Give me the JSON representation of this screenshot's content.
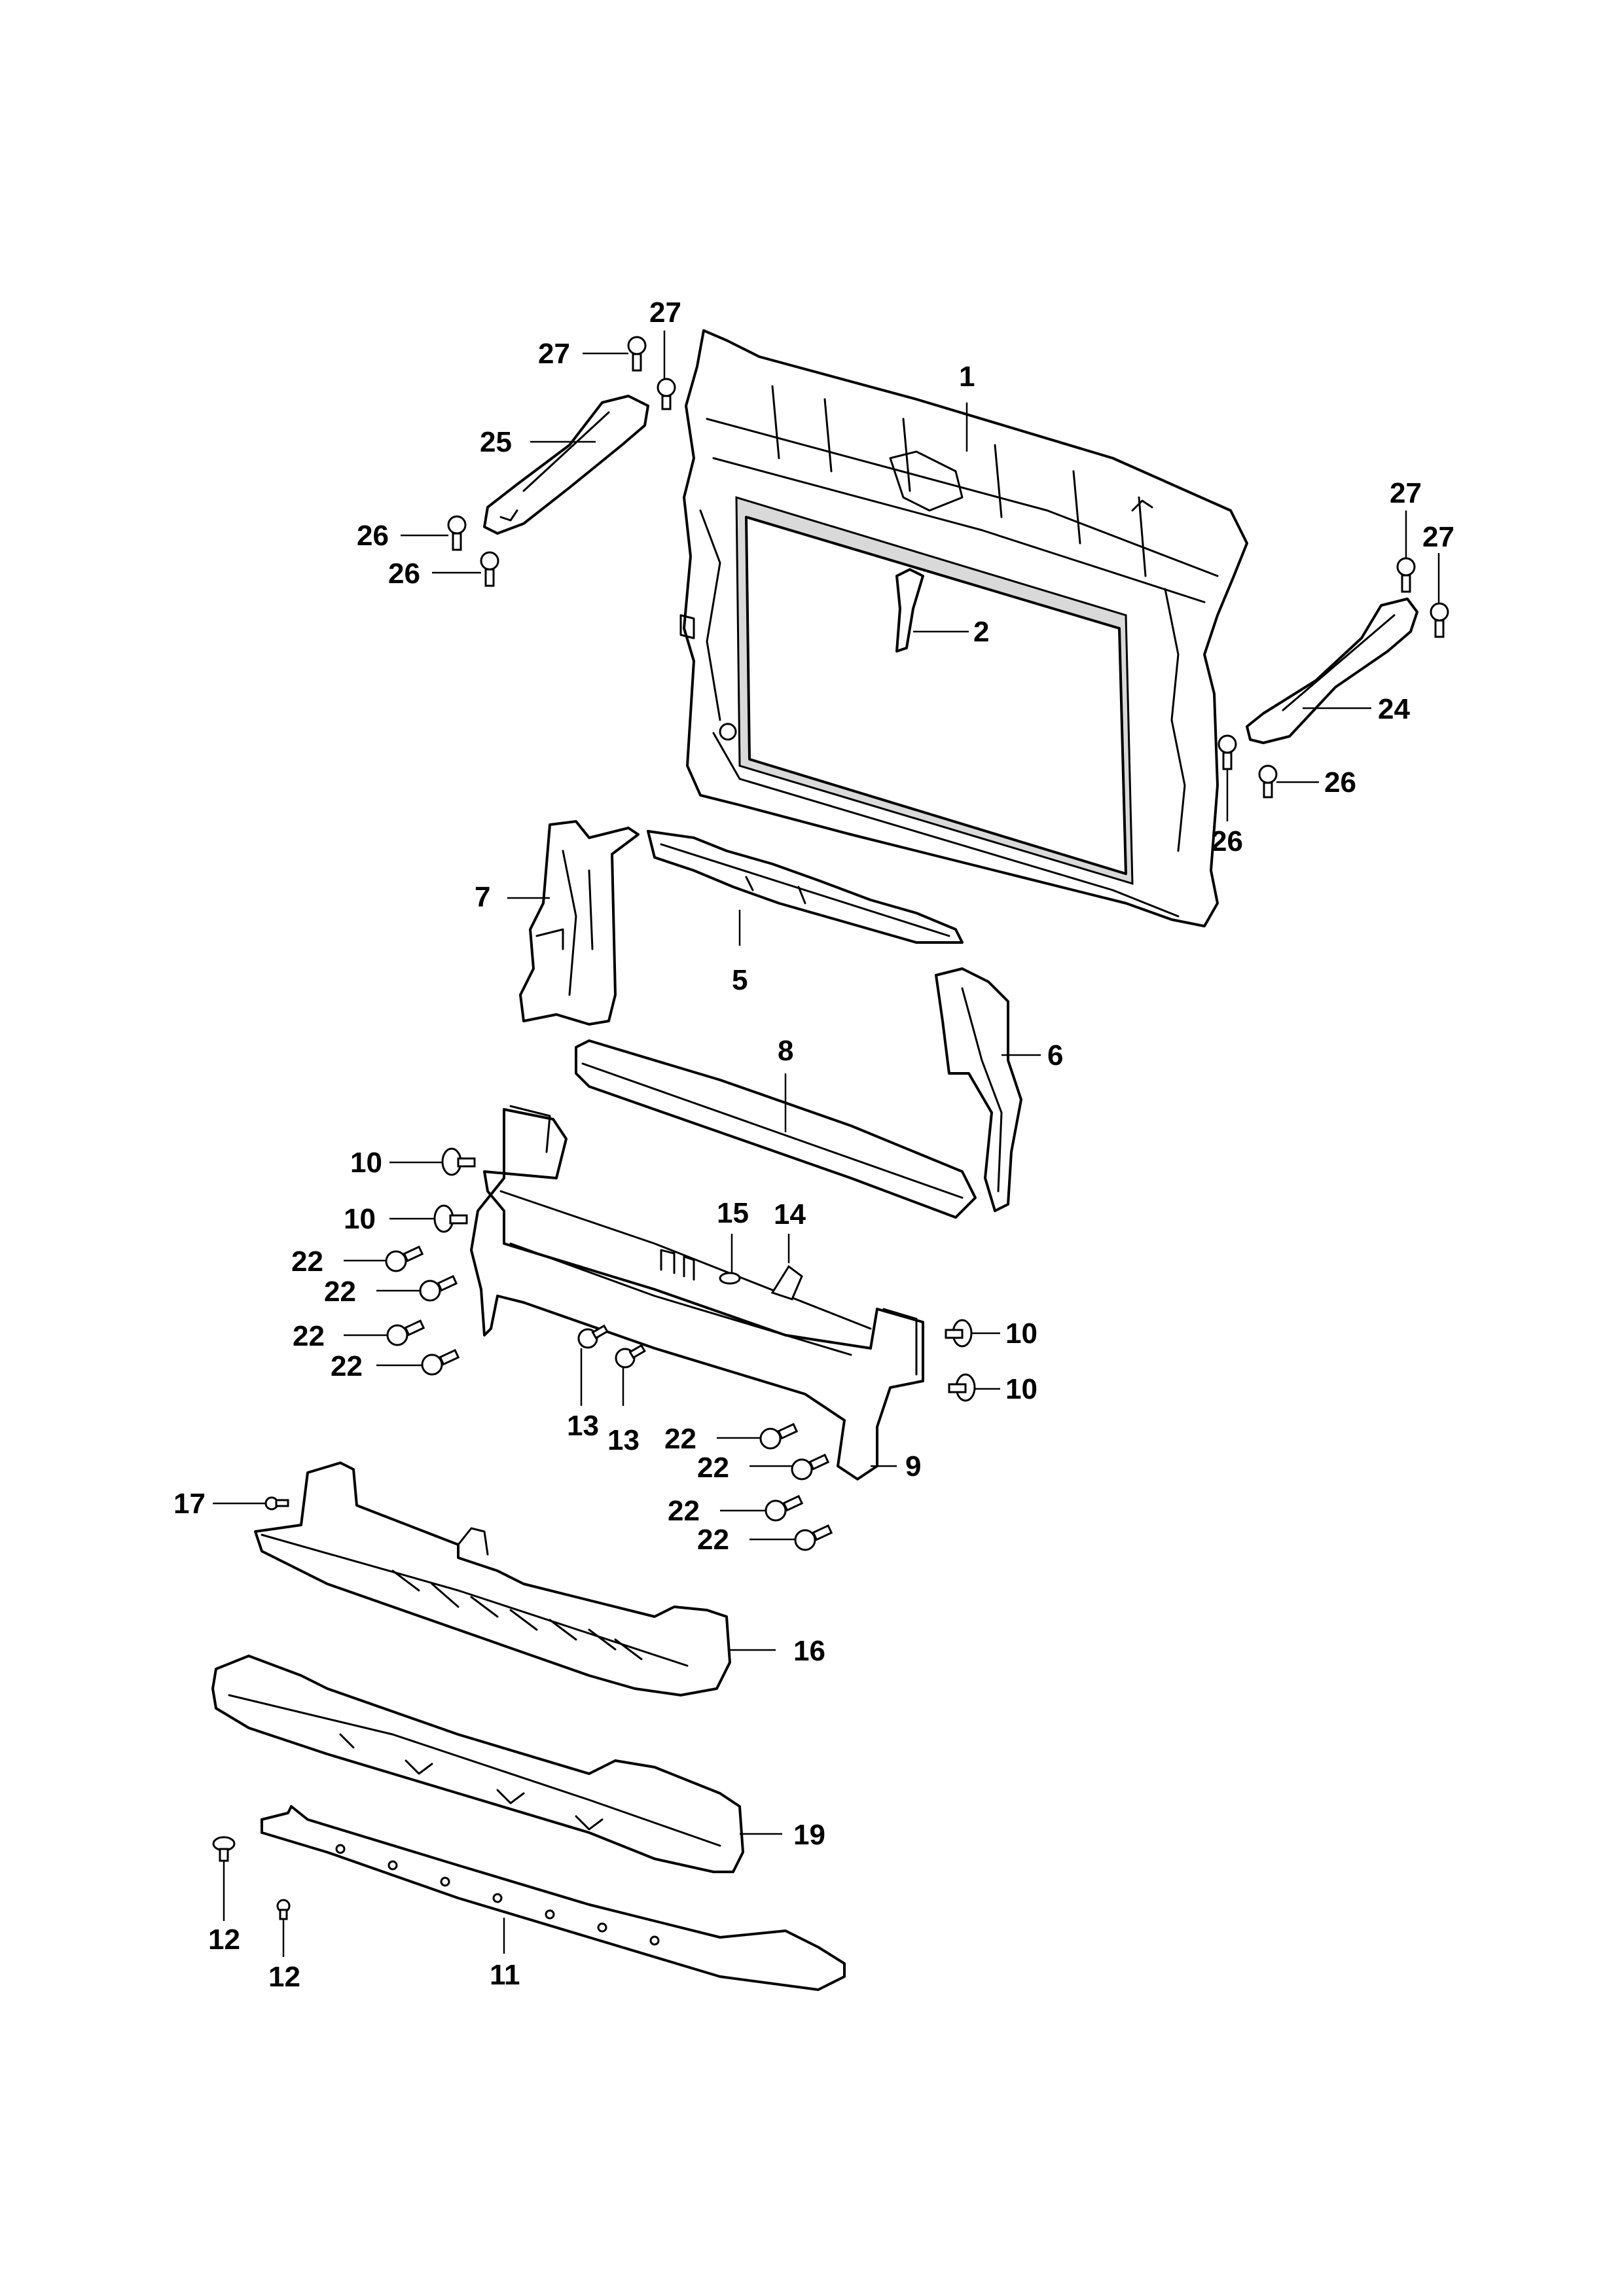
{
  "callouts": {
    "c1": "1",
    "c2": "2",
    "c5": "5",
    "c6": "6",
    "c7": "7",
    "c8": "8",
    "c9": "9",
    "c10a": "10",
    "c10b": "10",
    "c10c": "10",
    "c10d": "10",
    "c11": "11",
    "c12a": "12",
    "c12b": "12",
    "c13a": "13",
    "c13b": "13",
    "c14": "14",
    "c15": "15",
    "c16": "16",
    "c17": "17",
    "c19": "19",
    "c22a": "22",
    "c22b": "22",
    "c22c": "22",
    "c22d": "22",
    "c22e": "22",
    "c22f": "22",
    "c22g": "22",
    "c22h": "22",
    "c24": "24",
    "c25": "25",
    "c26a": "26",
    "c26b": "26",
    "c26c": "26",
    "c26d": "26",
    "c27a": "27",
    "c27b": "27",
    "c27c": "27",
    "c27d": "27"
  }
}
